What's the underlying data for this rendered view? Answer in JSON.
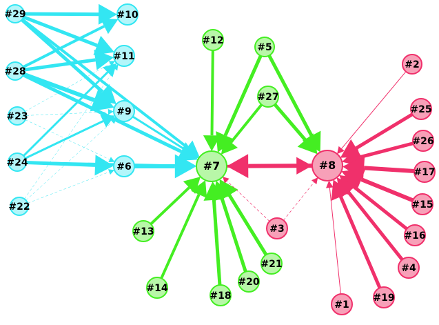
{
  "colors": {
    "cyan": "#33e6f2",
    "cyan_fill": "#b3f6fa",
    "green": "#44ee22",
    "green_fill": "#b8f7a8",
    "pink": "#f0306b",
    "pink_fill": "#f7a0b8"
  },
  "nodes": [
    {
      "id": "n29",
      "label": "#29",
      "group": "cyan"
    },
    {
      "id": "n10",
      "label": "#10",
      "group": "cyan"
    },
    {
      "id": "n28",
      "label": "#28",
      "group": "cyan"
    },
    {
      "id": "n11",
      "label": "#11",
      "group": "cyan"
    },
    {
      "id": "n23",
      "label": "#23",
      "group": "cyan"
    },
    {
      "id": "n9",
      "label": "#9",
      "group": "cyan"
    },
    {
      "id": "n24",
      "label": "#24",
      "group": "cyan"
    },
    {
      "id": "n6",
      "label": "#6",
      "group": "cyan"
    },
    {
      "id": "n22",
      "label": "#22",
      "group": "cyan"
    },
    {
      "id": "n12",
      "label": "#12",
      "group": "green"
    },
    {
      "id": "n5",
      "label": "#5",
      "group": "green"
    },
    {
      "id": "n27",
      "label": "#27",
      "group": "green"
    },
    {
      "id": "n7",
      "label": "#7",
      "group": "green"
    },
    {
      "id": "n13",
      "label": "#13",
      "group": "green"
    },
    {
      "id": "n14",
      "label": "#14",
      "group": "green"
    },
    {
      "id": "n18",
      "label": "#18",
      "group": "green"
    },
    {
      "id": "n20",
      "label": "#20",
      "group": "green"
    },
    {
      "id": "n21",
      "label": "#21",
      "group": "green"
    },
    {
      "id": "n8",
      "label": "#8",
      "group": "pink"
    },
    {
      "id": "n3",
      "label": "#3",
      "group": "pink"
    },
    {
      "id": "n2",
      "label": "#2",
      "group": "pink"
    },
    {
      "id": "n25",
      "label": "#25",
      "group": "pink"
    },
    {
      "id": "n26",
      "label": "#26",
      "group": "pink"
    },
    {
      "id": "n17",
      "label": "#17",
      "group": "pink"
    },
    {
      "id": "n15",
      "label": "#15",
      "group": "pink"
    },
    {
      "id": "n16",
      "label": "#16",
      "group": "pink"
    },
    {
      "id": "n4",
      "label": "#4",
      "group": "pink"
    },
    {
      "id": "n19",
      "label": "#19",
      "group": "pink"
    },
    {
      "id": "n1",
      "label": "#1",
      "group": "pink"
    }
  ],
  "edges": [
    {
      "from": "n29",
      "to": "n10",
      "weight": 5,
      "color": "cyan"
    },
    {
      "from": "n29",
      "to": "n11",
      "weight": 5,
      "color": "cyan"
    },
    {
      "from": "n29",
      "to": "n9",
      "weight": 5,
      "color": "cyan"
    },
    {
      "from": "n29",
      "to": "n7",
      "weight": 4,
      "color": "cyan"
    },
    {
      "from": "n28",
      "to": "n10",
      "weight": 4,
      "color": "cyan"
    },
    {
      "from": "n28",
      "to": "n11",
      "weight": 5,
      "color": "cyan"
    },
    {
      "from": "n28",
      "to": "n9",
      "weight": 6,
      "color": "cyan"
    },
    {
      "from": "n28",
      "to": "n7",
      "weight": 5,
      "color": "cyan"
    },
    {
      "from": "n23",
      "to": "n11",
      "weight": 0.5,
      "color": "cyan"
    },
    {
      "from": "n23",
      "to": "n9",
      "weight": 0.5,
      "color": "cyan"
    },
    {
      "from": "n23",
      "to": "n6",
      "weight": 0.5,
      "color": "cyan"
    },
    {
      "from": "n24",
      "to": "n11",
      "weight": 3,
      "color": "cyan"
    },
    {
      "from": "n24",
      "to": "n9",
      "weight": 3,
      "color": "cyan"
    },
    {
      "from": "n24",
      "to": "n6",
      "weight": 5,
      "color": "cyan"
    },
    {
      "from": "n24",
      "to": "n7",
      "weight": 3,
      "color": "cyan"
    },
    {
      "from": "n22",
      "to": "n11",
      "weight": 0.5,
      "color": "cyan"
    },
    {
      "from": "n22",
      "to": "n9",
      "weight": 0.5,
      "color": "cyan"
    },
    {
      "from": "n22",
      "to": "n6",
      "weight": 0.5,
      "color": "cyan"
    },
    {
      "from": "n6",
      "to": "n7",
      "weight": 6,
      "color": "cyan"
    },
    {
      "from": "n9",
      "to": "n7",
      "weight": 3,
      "color": "cyan"
    },
    {
      "from": "n12",
      "to": "n7",
      "weight": 4,
      "color": "green"
    },
    {
      "from": "n5",
      "to": "n7",
      "weight": 5,
      "color": "green"
    },
    {
      "from": "n5",
      "to": "n8",
      "weight": 5,
      "color": "green"
    },
    {
      "from": "n27",
      "to": "n7",
      "weight": 4,
      "color": "green"
    },
    {
      "from": "n27",
      "to": "n8",
      "weight": 5,
      "color": "green"
    },
    {
      "from": "n13",
      "to": "n7",
      "weight": 4,
      "color": "green"
    },
    {
      "from": "n14",
      "to": "n7",
      "weight": 4,
      "color": "green"
    },
    {
      "from": "n18",
      "to": "n7",
      "weight": 5,
      "color": "green"
    },
    {
      "from": "n20",
      "to": "n7",
      "weight": 5,
      "color": "green"
    },
    {
      "from": "n21",
      "to": "n7",
      "weight": 5,
      "color": "green"
    },
    {
      "from": "n8",
      "to": "n7",
      "weight": 6,
      "color": "pink"
    },
    {
      "from": "n7",
      "to": "n8",
      "weight": 4,
      "color": "pink"
    },
    {
      "from": "n3",
      "to": "n7",
      "weight": 0.7,
      "color": "pink"
    },
    {
      "from": "n3",
      "to": "n8",
      "weight": 0.7,
      "color": "pink"
    },
    {
      "from": "n2",
      "to": "n8",
      "weight": 1,
      "color": "pink"
    },
    {
      "from": "n25",
      "to": "n8",
      "weight": 5,
      "color": "pink"
    },
    {
      "from": "n26",
      "to": "n8",
      "weight": 5,
      "color": "pink"
    },
    {
      "from": "n17",
      "to": "n8",
      "weight": 6,
      "color": "pink"
    },
    {
      "from": "n15",
      "to": "n8",
      "weight": 6,
      "color": "pink"
    },
    {
      "from": "n16",
      "to": "n8",
      "weight": 5,
      "color": "pink"
    },
    {
      "from": "n4",
      "to": "n8",
      "weight": 5,
      "color": "pink"
    },
    {
      "from": "n19",
      "to": "n8",
      "weight": 5,
      "color": "pink"
    },
    {
      "from": "n1",
      "to": "n8",
      "weight": 1,
      "color": "pink"
    }
  ]
}
